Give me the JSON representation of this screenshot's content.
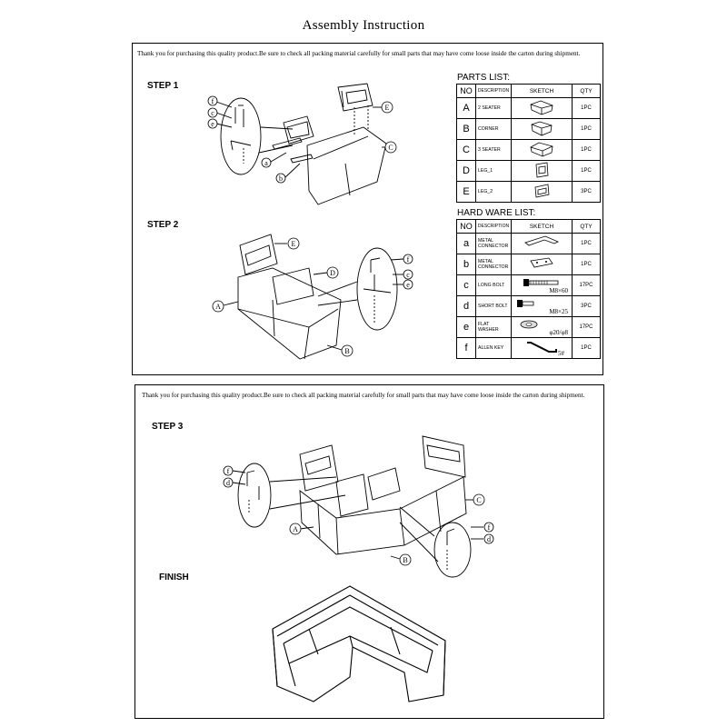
{
  "title": "Assembly Instruction",
  "intro_text": "Thank you for purchasing this quality product.Be sure to check all packing material carefully for small parts that may have come loose inside the carton during shipment.",
  "steps": [
    "STEP 1",
    "STEP 2",
    "STEP 3",
    "FINISH"
  ],
  "parts_list": {
    "title": "PARTS LIST:",
    "headers": {
      "no": "NO",
      "description": "DESCRIPTION",
      "sketch": "SKETCH",
      "qty": "QTY"
    },
    "rows": [
      {
        "no": "A",
        "description": "2 SEATER",
        "qty": "1PC",
        "icon": "2-seater-icon"
      },
      {
        "no": "B",
        "description": "CORNER",
        "qty": "1PC",
        "icon": "corner-icon"
      },
      {
        "no": "C",
        "description": "3 SEATER",
        "qty": "1PC",
        "icon": "3-seater-icon"
      },
      {
        "no": "D",
        "description": "LEG_1",
        "qty": "1PC",
        "icon": "leg-1-icon"
      },
      {
        "no": "E",
        "description": "LEG_2",
        "qty": "3PC",
        "icon": "leg-2-icon"
      }
    ]
  },
  "hardware_list": {
    "title": "HARD WARE LIST:",
    "headers": {
      "no": "NO",
      "description": "DESCRIPTION",
      "sketch": "SKETCH",
      "qty": "QTY"
    },
    "rows": [
      {
        "no": "a",
        "description": "METAL CONNECTOR",
        "qty": "1PC",
        "sketch_label": "",
        "icon": "l-connector-icon"
      },
      {
        "no": "b",
        "description": "METAL CONNECTOR",
        "qty": "1PC",
        "sketch_label": "",
        "icon": "flat-connector-icon"
      },
      {
        "no": "c",
        "description": "LONG BOLT",
        "qty": "17PC",
        "sketch_label": "M8×60",
        "icon": "long-bolt-icon"
      },
      {
        "no": "d",
        "description": "SHORT BOLT",
        "qty": "3PC",
        "sketch_label": "M8×25",
        "icon": "short-bolt-icon"
      },
      {
        "no": "e",
        "description": "FLAT WASHER",
        "qty": "17PC",
        "sketch_label": "φ20/φ8",
        "icon": "washer-icon"
      },
      {
        "no": "f",
        "description": "ALLEN KEY",
        "qty": "1PC",
        "sketch_label": "5#",
        "icon": "allen-key-icon"
      }
    ]
  },
  "callouts": {
    "step1": [
      "f",
      "c",
      "e",
      "a",
      "b",
      "E",
      "C"
    ],
    "step2": [
      "E",
      "D",
      "A",
      "B",
      "f",
      "c",
      "e"
    ],
    "step3": [
      "f",
      "d",
      "A",
      "B",
      "C",
      "f",
      "d"
    ]
  }
}
